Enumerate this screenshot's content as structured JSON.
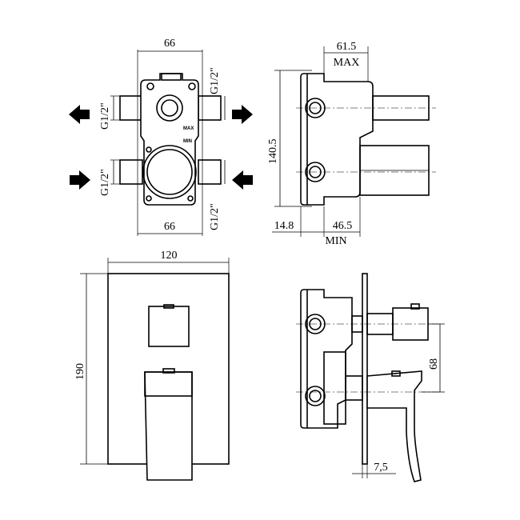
{
  "top_front": {
    "width_top": "66",
    "width_bottom": "66",
    "thread_left_upper": "G1/2\"",
    "thread_left_lower": "G1/2\"",
    "thread_right_upper": "G1/2\"",
    "thread_right_lower": "G1/2\"",
    "max_mark": "MAX",
    "min_mark": "MIN"
  },
  "top_side": {
    "depth_max": "61.5",
    "max_label": "MAX",
    "height": "140.5",
    "offset": "14.8",
    "depth_min": "46.5",
    "min_label": "MIN"
  },
  "bottom_front": {
    "width": "120",
    "height": "190"
  },
  "bottom_side": {
    "spacing": "68",
    "plate": "7,5"
  }
}
